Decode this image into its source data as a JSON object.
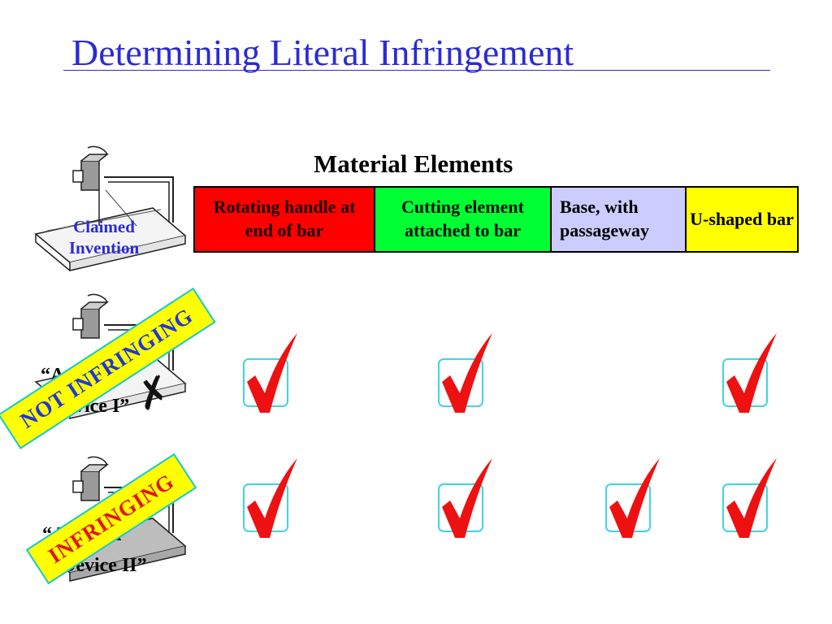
{
  "slide": {
    "title": "Determining Literal Infringement",
    "subtitle": "Material Elements"
  },
  "elements": [
    {
      "label": "Rotating handle at end of bar",
      "color": "#ff0000"
    },
    {
      "label": "Cutting element attached to bar",
      "color": "#00ff33"
    },
    {
      "label": "Base, with passageway",
      "color": "#ccccff"
    },
    {
      "label": "U-shaped bar",
      "color": "#ffff00"
    }
  ],
  "devices": {
    "claimed": {
      "label": "Claimed Invention"
    },
    "accused1": {
      "label_line1": "“Accused",
      "label_line2": "Device I”",
      "stamp": "NOT INFRINGING",
      "stamp_text_color": "#1f36d8",
      "cross_mark": "✗"
    },
    "accused2": {
      "label_line1": "“Accused",
      "label_line2": "Device II”",
      "stamp": "INFRINGING",
      "stamp_text_color": "#e11313"
    }
  },
  "checks": {
    "accused1": [
      true,
      true,
      false,
      true
    ],
    "accused2": [
      true,
      true,
      true,
      true
    ]
  },
  "colors": {
    "title": "#2b2bd6",
    "check": "#ee1111",
    "check_box": "#3fd6e0",
    "stamp_bg": "#ffff00"
  }
}
